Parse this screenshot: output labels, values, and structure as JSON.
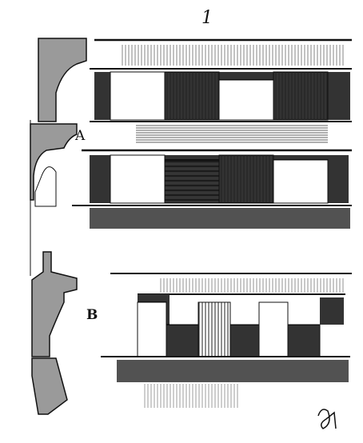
{
  "plate": {
    "figure_number": "1",
    "label_a": "A",
    "label_b": "B",
    "monogram": "monogram-signature"
  },
  "colors": {
    "ink": "#111111",
    "stone": "#9a9a9a",
    "paper": "#ffffff"
  }
}
